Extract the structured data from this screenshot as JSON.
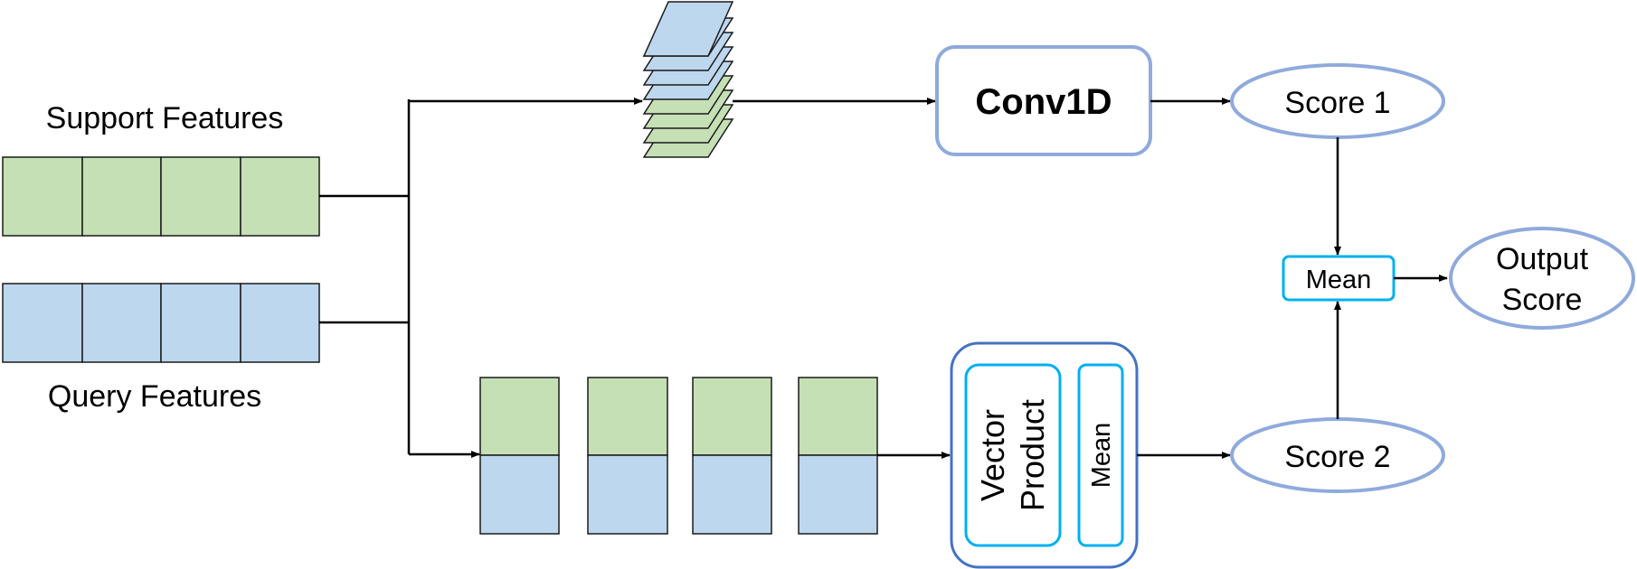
{
  "labels": {
    "support_features": "Support Features",
    "query_features": "Query Features",
    "conv1d": "Conv1D",
    "score1": "Score 1",
    "score2": "Score 2",
    "mean_top": "Mean",
    "output_line1": "Output",
    "output_line2": "Score",
    "vector_line1": "Vector",
    "vector_line2": "Product",
    "mean_inner": "Mean"
  },
  "colors": {
    "support_fill": "#c5e0b4",
    "query_fill": "#bdd7ee",
    "ellipse_stroke": "#8faadc",
    "conv_stroke": "#8faadc",
    "mean_stroke": "#00b0f0",
    "outer_box_stroke": "#4472c4",
    "inner_box_stroke": "#00b0f0",
    "line": "#000000",
    "cell_stroke": "#1a1a1a"
  },
  "support_cells": 4,
  "query_cells": 4,
  "pair_blocks": 4,
  "stack_layers": 8
}
